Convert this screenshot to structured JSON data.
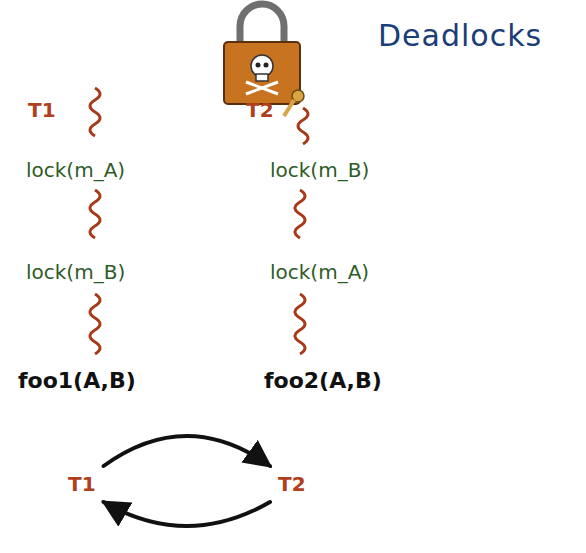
{
  "diagram": {
    "title": "Deadlocks",
    "nodes": [
      {
        "text": [
          "T1"
        ]
      },
      {
        "text": [
          "T2"
        ]
      }
    ],
    "edges": [
      {
        "from": 0,
        "to": 1,
        "arrow": "to"
      },
      {
        "from": 1,
        "to": 0,
        "arrow": "to"
      }
    ],
    "labels": [
      "T1",
      "T2",
      "lock(m_A)",
      "lock(m_B)",
      "foo1(A,B)",
      "lock(m_B)",
      "lock(m_A)",
      "foo2(A,B)"
    ]
  }
}
